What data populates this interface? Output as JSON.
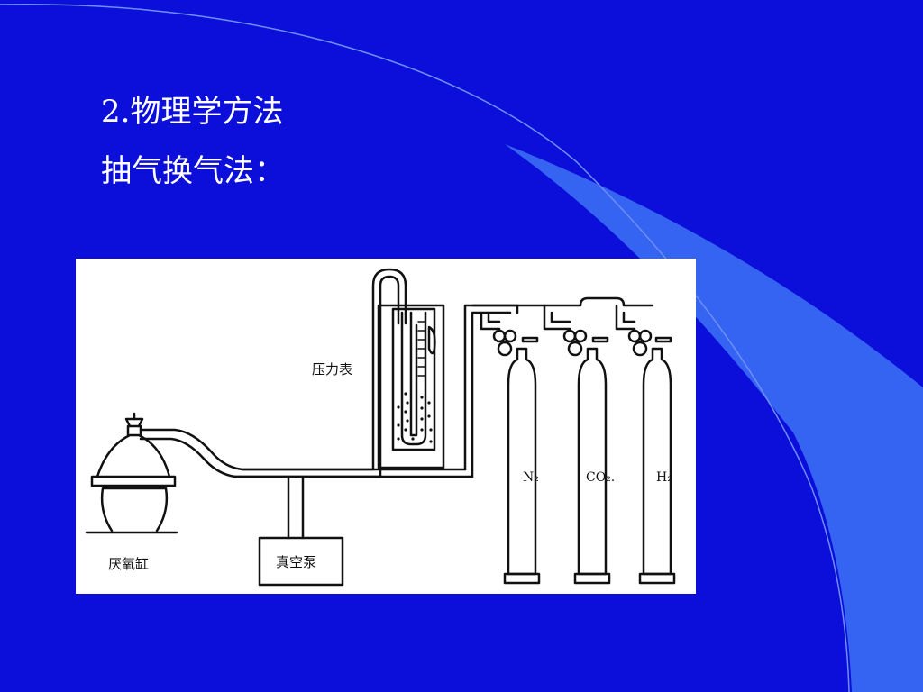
{
  "slide": {
    "heading_line1": "2.物理学方法",
    "heading_line2": "抽气换气法："
  },
  "diagram": {
    "labels": {
      "pressure_gauge": "压力表",
      "anaerobic_jar": "厌氧缸",
      "vacuum_pump": "真空泵"
    },
    "cylinders": [
      {
        "label": "N₂"
      },
      {
        "label": "CO₂."
      },
      {
        "label": "H₂"
      }
    ]
  },
  "colors": {
    "background": "#0c0fd9",
    "swoosh_light": "#3a6ef5",
    "text": "#ffffff"
  }
}
